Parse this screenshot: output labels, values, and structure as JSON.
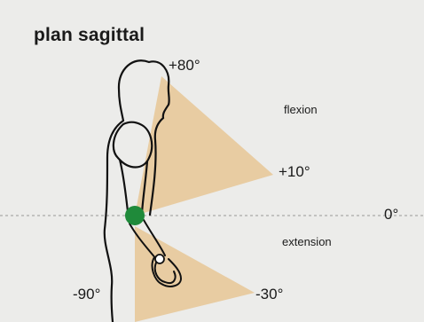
{
  "title": "plan sagittal",
  "labels": {
    "flexion_max": "+80°",
    "flexion": "flexion",
    "flexion_min": "+10°",
    "zero": "0°",
    "extension": "extension",
    "extension_down": "-90°",
    "extension_max": "-30°"
  },
  "colors": {
    "background": "#ececea",
    "range_fill": "#e8c99a",
    "joint": "#1f8a3a",
    "outline": "#111111",
    "reference_line": "#a8a8a8"
  }
}
